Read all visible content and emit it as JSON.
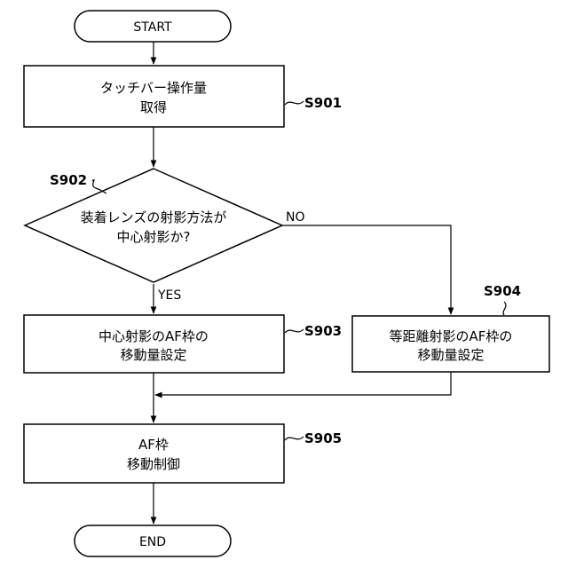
{
  "nodes": {
    "start": {
      "label": "START"
    },
    "s901": {
      "lines": [
        "タッチバー操作量",
        "取得"
      ],
      "step": "S901"
    },
    "s902": {
      "lines": [
        "装着レンズの射影方法が",
        "中心射影か?"
      ],
      "step": "S902",
      "no_label": "NO",
      "yes_label": "YES"
    },
    "s903": {
      "lines": [
        "中心射影のAF枠の",
        "移動量設定"
      ],
      "step": "S903"
    },
    "s904": {
      "lines": [
        "等距離射影のAF枠の",
        "移動量設定"
      ],
      "step": "S904"
    },
    "s905": {
      "lines": [
        "AF枠",
        "移動制御"
      ],
      "step": "S905"
    },
    "end": {
      "label": "END"
    }
  }
}
